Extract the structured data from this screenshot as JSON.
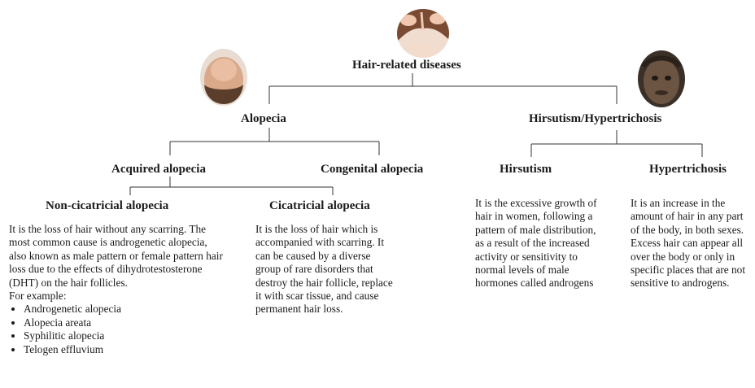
{
  "root": {
    "title": "Hair-related diseases"
  },
  "branches": {
    "alopecia": {
      "title": "Alopecia",
      "acquired": {
        "title": "Acquired alopecia",
        "non_cicatricial": {
          "title": "Non-cicatricial alopecia",
          "description": "It is the loss of hair without any scarring. The most common cause is androgenetic alopecia, also known as male pattern or female pattern hair loss due to the effects of dihydrotestosterone (DHT) on the hair follicles.",
          "examples_label": "For example:",
          "examples": [
            "Androgenetic alopecia",
            "Alopecia areata",
            "Syphilitic alopecia",
            "Telogen effluvium"
          ]
        },
        "cicatricial": {
          "title": "Cicatricial alopecia",
          "description": "It is the loss of hair which is accompanied with scarring. It can be caused by a diverse group of rare disorders that destroy the hair follicle, replace it with scar tissue, and cause permanent hair loss."
        }
      },
      "congenital": {
        "title": "Congenital alopecia"
      }
    },
    "hirsutism_hypertrichosis": {
      "title": "Hirsutism/Hypertrichosis",
      "hirsutism": {
        "title": "Hirsutism",
        "description": "It is the excessive growth of hair in women, following a pattern of male distribution, as a result of the increased activity or sensitivity to normal levels of male hormones called androgens"
      },
      "hypertrichosis": {
        "title": "Hypertrichosis",
        "description": "It is an increase in the amount of hair in any part of the body, in both sexes. Excess hair can appear all over the body or only in specific places that are not sensitive to androgens."
      }
    }
  },
  "images": [
    "woman-hair-loss-photo",
    "bald-head-photo",
    "hairy-face-photo"
  ],
  "colors": {
    "text": "#1a1a1a",
    "lines": "#333333",
    "background": "#ffffff"
  }
}
